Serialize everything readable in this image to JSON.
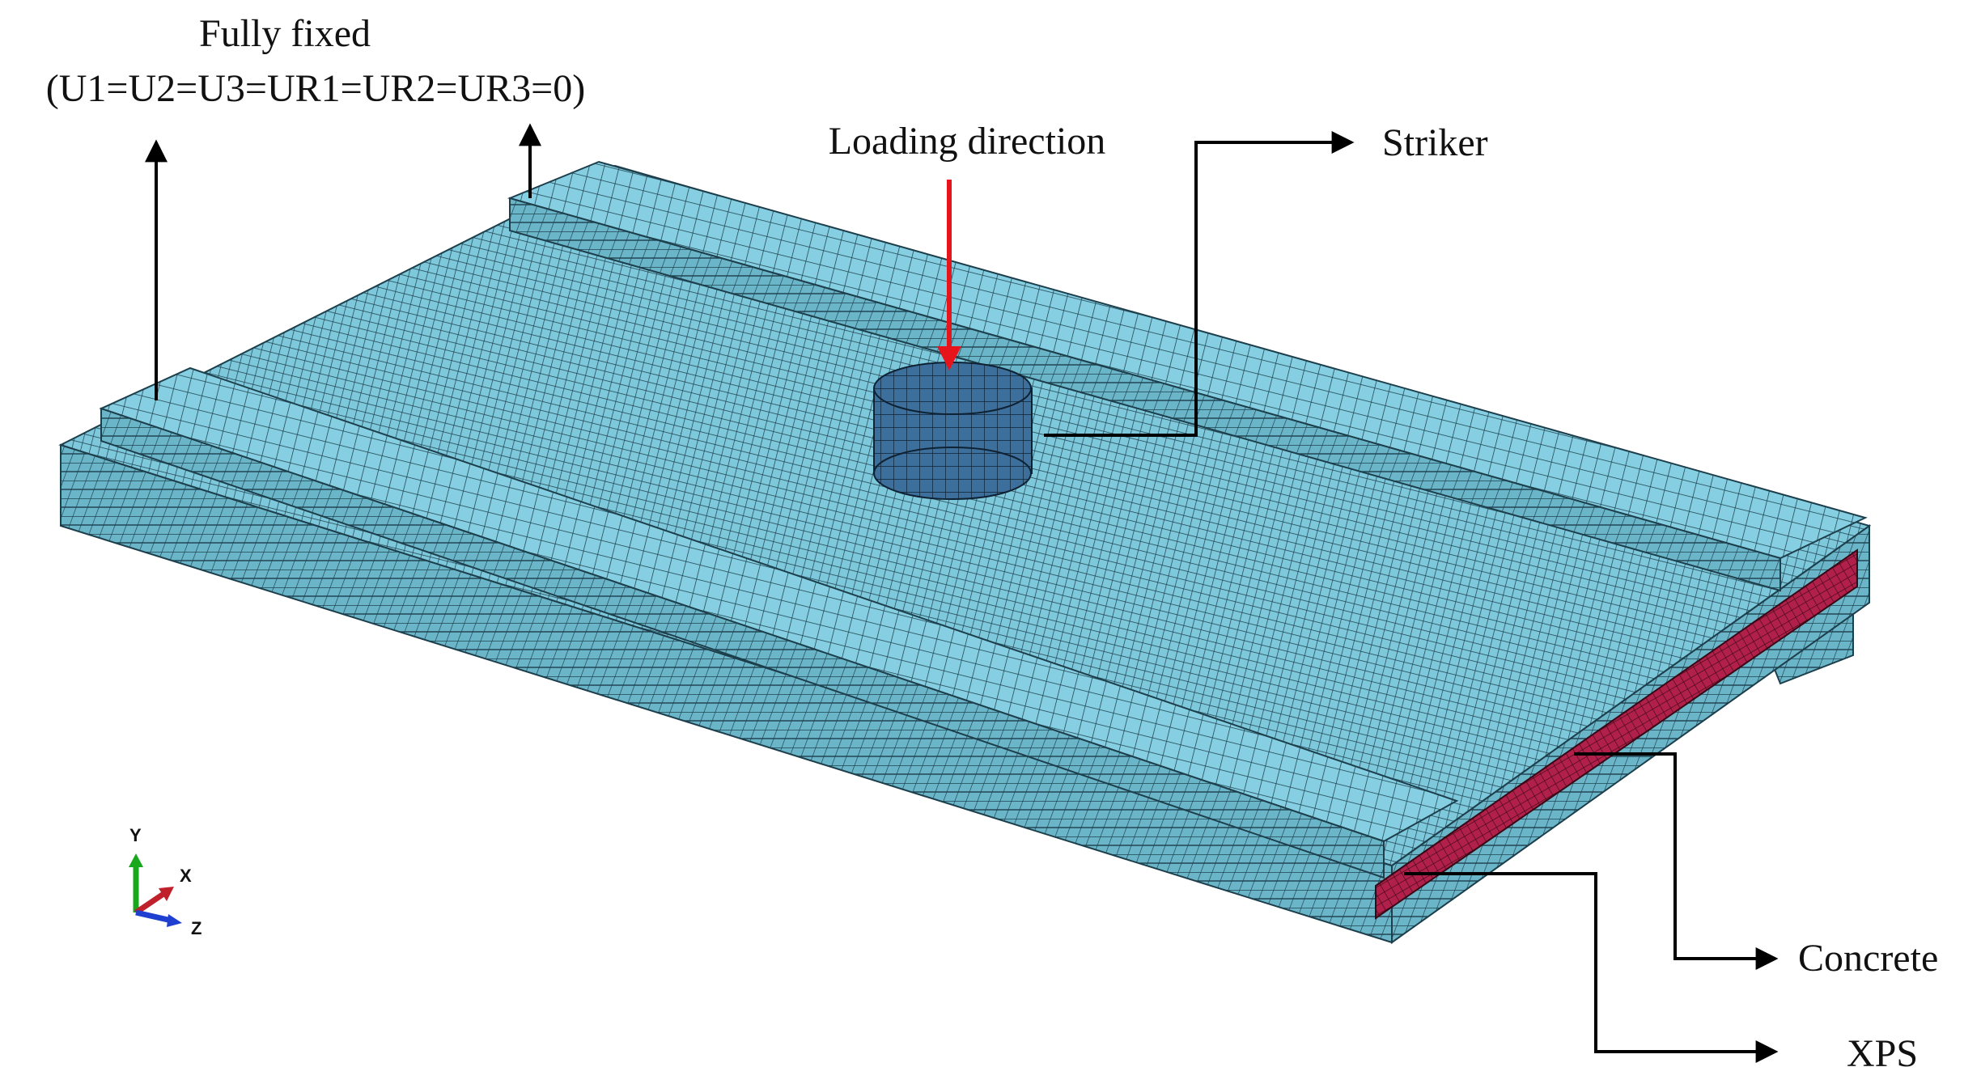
{
  "labels": {
    "boundary_title": "Fully fixed",
    "boundary_detail": "(U1=U2=U3=UR1=UR2=UR3=0)",
    "loading": "Loading direction",
    "striker": "Striker",
    "concrete": "Concrete",
    "xps": "XPS"
  },
  "triad": {
    "x": "X",
    "y": "Y",
    "z": "Z"
  },
  "colors": {
    "mesh_fill": "#7ec8dc",
    "mesh_side": "#6bb5c9",
    "mesh_line": "#1d3f4c",
    "striker_fill": "#3d6f9c",
    "xps_fill": "#b0204a",
    "load_arrow": "#e8141c",
    "leader": "#000000",
    "axis_x": "#c0202a",
    "axis_y": "#19a81c",
    "axis_z": "#1f3fd0"
  },
  "icons": [
    "axis-triad-icon"
  ]
}
